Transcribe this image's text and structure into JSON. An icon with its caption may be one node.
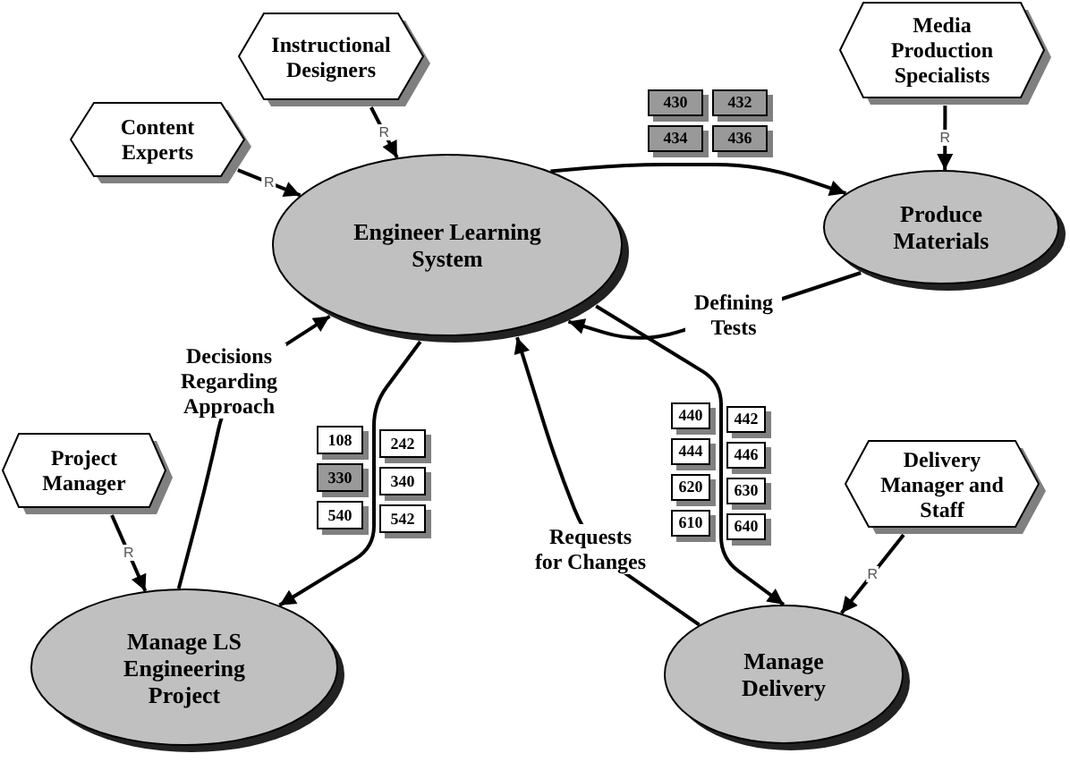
{
  "diagram": {
    "nodes": [
      {
        "text": [
          "Instructional Designers"
        ]
      },
      {
        "text": [
          "Media Production Specialists"
        ]
      },
      {
        "text": [
          "Content Experts"
        ]
      },
      {
        "text": [
          "430"
        ]
      },
      {
        "text": [
          "432"
        ]
      },
      {
        "text": [
          "434"
        ]
      },
      {
        "text": [
          "436"
        ]
      },
      {
        "text": [
          "Engineer Learning System"
        ]
      },
      {
        "text": [
          "Produce Materials"
        ]
      },
      {
        "text": [
          "108"
        ]
      },
      {
        "text": [
          "242"
        ]
      },
      {
        "text": [
          "330"
        ]
      },
      {
        "text": [
          "340"
        ]
      },
      {
        "text": [
          "540"
        ]
      },
      {
        "text": [
          "542"
        ]
      },
      {
        "text": [
          "440"
        ]
      },
      {
        "text": [
          "442"
        ]
      },
      {
        "text": [
          "444"
        ]
      },
      {
        "text": [
          "446"
        ]
      },
      {
        "text": [
          "620"
        ]
      },
      {
        "text": [
          "630"
        ]
      },
      {
        "text": [
          "610"
        ]
      },
      {
        "text": [
          "640"
        ]
      },
      {
        "text": [
          "Project Manager"
        ]
      },
      {
        "text": [
          "Delivery Manager and Staff"
        ]
      },
      {
        "text": [
          "Manage LS Engineering Project"
        ]
      },
      {
        "text": [
          "Manage Delivery"
        ]
      }
    ],
    "edges": [
      {
        "from": 0,
        "to": 7,
        "arrow": "to",
        "label": "R"
      },
      {
        "from": 2,
        "to": 7,
        "arrow": "to",
        "label": "R"
      },
      {
        "from": 1,
        "to": 8,
        "arrow": "to",
        "label": "R"
      },
      {
        "from": 7,
        "to": 8,
        "arrow": "to"
      },
      {
        "from": 8,
        "to": 7,
        "arrow": "to",
        "label": "Defining Tests"
      },
      {
        "from": 25,
        "to": 7,
        "arrow": "to",
        "label": "Decisions Regarding Approach"
      },
      {
        "from": 7,
        "to": 25,
        "arrow": "to"
      },
      {
        "from": 23,
        "to": 25,
        "arrow": "to",
        "label": "R"
      },
      {
        "from": 26,
        "to": 7,
        "arrow": "to",
        "label": "Requests for Changes"
      },
      {
        "from": 7,
        "to": 26,
        "arrow": "to"
      },
      {
        "from": 24,
        "to": 26,
        "arrow": "to",
        "label": "R"
      }
    ]
  }
}
